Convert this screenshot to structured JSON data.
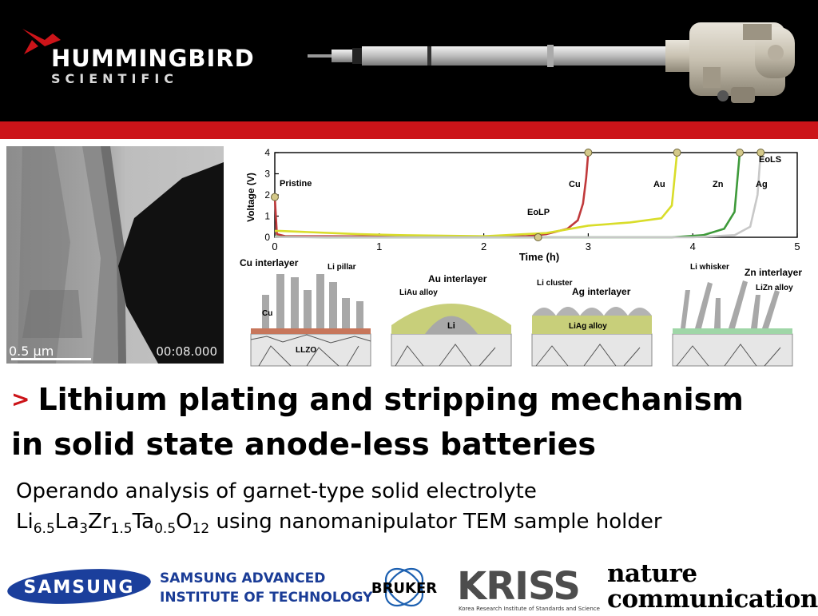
{
  "brand": {
    "name": "HUMMINGBIRD",
    "tagline": "SCIENTIFIC",
    "accent_color": "#cc1419"
  },
  "tem_image": {
    "scale_bar": "0.5 μm",
    "timestamp": "00:08.000"
  },
  "chart_data": {
    "type": "line",
    "xlabel": "Time (h)",
    "ylabel": "Voltage (V)",
    "xlim": [
      0,
      5
    ],
    "ylim": [
      0,
      4
    ],
    "xticks": [
      0,
      1,
      2,
      3,
      4,
      5
    ],
    "yticks": [
      0,
      1,
      2,
      3,
      4
    ],
    "series": [
      {
        "name": "Cu",
        "color": "#c0393b",
        "x": [
          0,
          0.02,
          0.1,
          0.5,
          1.0,
          1.5,
          2.0,
          2.4,
          2.6,
          2.8,
          2.9,
          2.95,
          2.98,
          3.0
        ],
        "y": [
          1.9,
          0.15,
          0.05,
          0.05,
          0.04,
          0.04,
          0.04,
          0.05,
          0.15,
          0.4,
          0.8,
          1.6,
          2.8,
          4.0
        ]
      },
      {
        "name": "Au",
        "color": "#d9dd2a",
        "x": [
          0,
          0.05,
          0.3,
          0.8,
          1.2,
          2.0,
          2.6,
          3.0,
          3.4,
          3.7,
          3.8,
          3.85
        ],
        "y": [
          0.3,
          0.3,
          0.25,
          0.15,
          0.1,
          0.05,
          0.2,
          0.55,
          0.7,
          0.9,
          1.5,
          4.0
        ]
      },
      {
        "name": "Zn",
        "color": "#3e9a3a",
        "x": [
          0,
          0.05,
          0.5,
          1.0,
          2.0,
          3.0,
          3.8,
          4.1,
          4.3,
          4.4,
          4.45
        ],
        "y": [
          0.05,
          0.02,
          0.0,
          0.0,
          0.0,
          0.0,
          0.0,
          0.1,
          0.4,
          1.2,
          4.0
        ]
      },
      {
        "name": "Ag",
        "color": "#c8c8c8",
        "x": [
          0,
          0.05,
          1.0,
          2.0,
          3.0,
          4.0,
          4.4,
          4.55,
          4.62,
          4.65
        ],
        "y": [
          0.02,
          0.01,
          0.0,
          0.0,
          0.0,
          0.0,
          0.1,
          0.5,
          2.0,
          4.0
        ]
      }
    ],
    "markers": [
      {
        "label": "Pristine",
        "x": 0,
        "y": 1.9
      },
      {
        "label": "EoLP",
        "x": 2.52,
        "y": 0.0
      },
      {
        "label": "EoLS",
        "x": 4.65,
        "y": 4.0
      },
      {
        "label": "",
        "x": 3.0,
        "y": 4.0
      },
      {
        "label": "",
        "x": 3.85,
        "y": 4.0
      },
      {
        "label": "",
        "x": 4.45,
        "y": 4.0
      }
    ],
    "annotations": [
      "Cu",
      "Au",
      "Zn",
      "Ag"
    ]
  },
  "schematics": {
    "cu": {
      "title": "Cu interlayer",
      "pillar": "Li pillar",
      "layer": "Cu",
      "substrate": "LLZO"
    },
    "au": {
      "title": "Au interlayer",
      "alloy": "LiAu alloy",
      "core": "Li"
    },
    "ag": {
      "title": "Ag interlayer",
      "cluster": "Li cluster",
      "alloy": "LiAg alloy"
    },
    "zn": {
      "title": "Zn interlayer",
      "whisker": "Li whisker",
      "alloy": "LiZn alloy"
    }
  },
  "headline": {
    "line1": "Lithium plating and stripping mechanism",
    "line2": "in solid state anode-less batteries"
  },
  "subtitle": {
    "line1": "Operando analysis of garnet-type solid electrolyte",
    "formula": [
      {
        "t": "Li"
      },
      {
        "s": "6.5"
      },
      {
        "t": "La"
      },
      {
        "s": "3"
      },
      {
        "t": "Zr"
      },
      {
        "s": "1.5"
      },
      {
        "t": "Ta"
      },
      {
        "s": "0.5"
      },
      {
        "t": "O"
      },
      {
        "s": "12"
      }
    ],
    "line2_rest": " using nanomanipulator TEM sample holder"
  },
  "partners": {
    "samsung": "SAMSUNG",
    "sait_line1": "SAMSUNG ADVANCED",
    "sait_line2": "INSTITUTE OF TECHNOLOGY",
    "bruker": "BRUKER",
    "kriss": "KRISS",
    "kriss_sub": "Korea Research Institute of Standards and Science",
    "nature_line1": "nature",
    "nature_line2": "communications"
  }
}
